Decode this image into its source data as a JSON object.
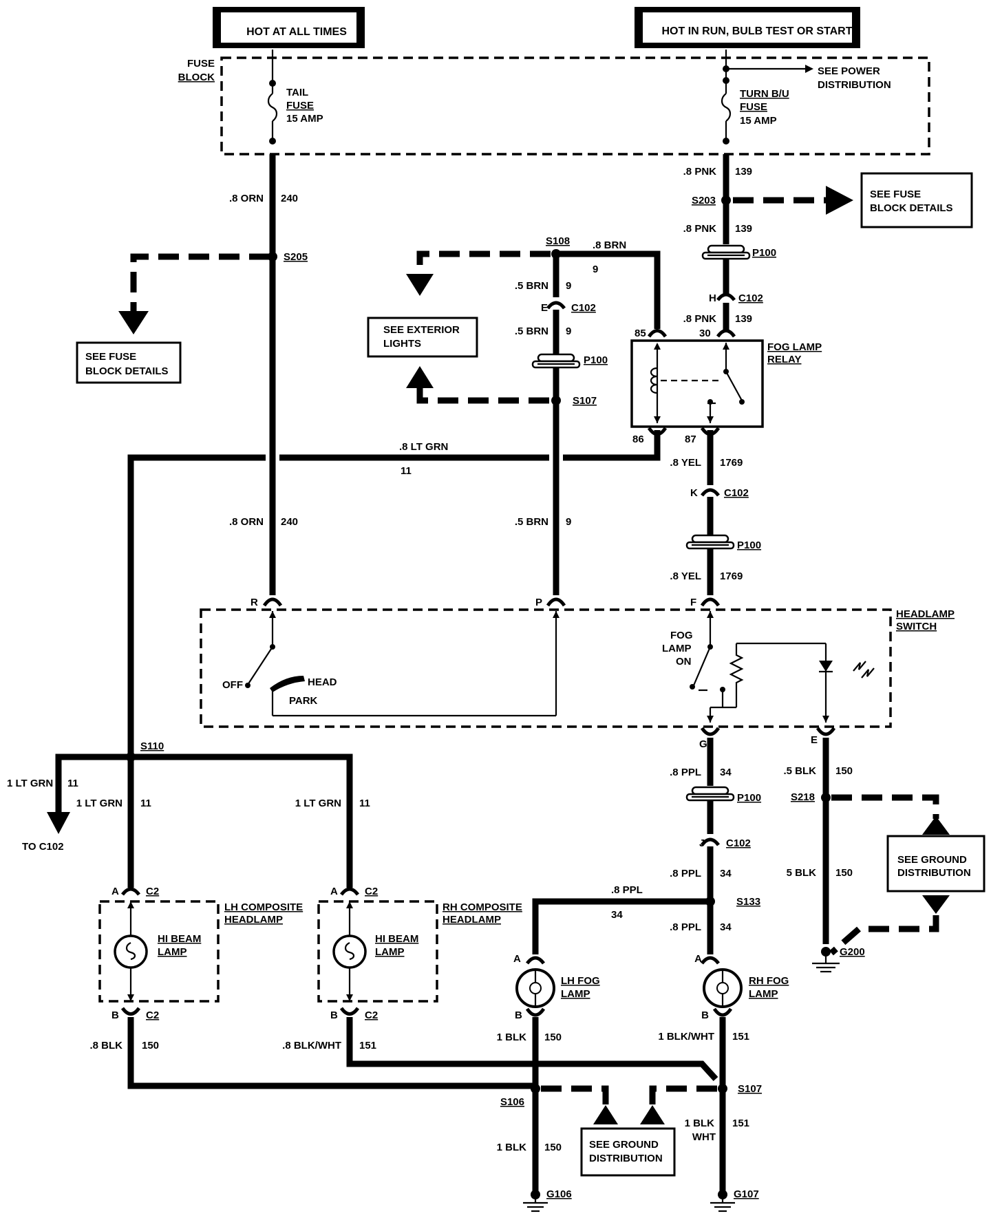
{
  "power": {
    "hot_at_all_times": "HOT AT ALL TIMES",
    "hot_in_run": "HOT IN RUN, BULB TEST OR START"
  },
  "fuse_block": {
    "label_line1": "FUSE",
    "label_line2": "BLOCK",
    "tail_fuse": [
      "TAIL",
      "FUSE",
      "15 AMP"
    ],
    "turn_fuse": [
      "TURN B/U",
      "FUSE",
      "15 AMP"
    ],
    "see_power_line1": "SEE POWER",
    "see_power_line2": "DISTRIBUTION"
  },
  "references": {
    "see_fuse_block_line1": "SEE FUSE",
    "see_fuse_block_line2": "BLOCK DETAILS",
    "see_exterior_line1": "SEE EXTERIOR",
    "see_exterior_line2": "LIGHTS",
    "see_ground_line1": "SEE GROUND",
    "see_ground_line2": "DISTRIBUTION",
    "to_c102": "TO C102"
  },
  "wires": {
    "w240_color": ".8 ORN",
    "w240_num": "240",
    "w139_color": ".8 PNK",
    "w139_num": "139",
    "w9_color_8": ".8 BRN",
    "w9_color_5": ".5 BRN",
    "w9_num": "9",
    "w11_color": ".8 LT GRN",
    "w11_color_1": "1 LT GRN",
    "w11_num": "11",
    "w1769_color": ".8 YEL",
    "w1769_num": "1769",
    "w34_color": ".8 PPL",
    "w34_num": "34",
    "w150_color_5": ".5 BLK",
    "w150_color_5b": "5 BLK",
    "w150_color_8": ".8 BLK",
    "w150_color_1": "1 BLK",
    "w150_num": "150",
    "w151_color_8": ".8 BLK/WHT",
    "w151_color_1": "1 BLK/WHT",
    "w151_color_1a": "1 BLK",
    "w151_color_1b": "WHT",
    "w151_num": "151"
  },
  "splices": {
    "s205": "S205",
    "s203": "S203",
    "s108": "S108",
    "s107_top": "S107",
    "s110": "S110",
    "s218": "S218",
    "s133": "S133",
    "s106": "S106",
    "s107_bottom": "S107"
  },
  "connectors": {
    "c102": "C102",
    "p100": "P100",
    "c2": "C2",
    "pin_e": "E",
    "pin_h": "H",
    "pin_k": "K",
    "pin_j": "J",
    "pin_85": "85",
    "pin_30": "30",
    "pin_86": "86",
    "pin_87": "87",
    "pin_r": "R",
    "pin_p": "P",
    "pin_f": "F",
    "pin_g": "G",
    "pin_e2": "E",
    "pin_a": "A",
    "pin_b": "B"
  },
  "relay": {
    "label_line1": "FOG LAMP",
    "label_line2": "RELAY"
  },
  "headlamp_switch": {
    "label_line1": "HEADLAMP",
    "label_line2": "SWITCH",
    "off": "OFF",
    "head": "HEAD",
    "park": "PARK",
    "fog_line1": "FOG",
    "fog_line2": "LAMP",
    "fog_line3": "ON"
  },
  "lamps": {
    "lh_composite_line1": "LH COMPOSITE",
    "lh_composite_line2": "HEADLAMP",
    "rh_composite_line1": "RH COMPOSITE",
    "rh_composite_line2": "HEADLAMP",
    "hi_beam_line1": "HI BEAM",
    "hi_beam_line2": "LAMP",
    "lh_fog_line1": "LH FOG",
    "lh_fog_line2": "LAMP",
    "rh_fog_line1": "RH FOG",
    "rh_fog_line2": "LAMP"
  },
  "grounds": {
    "g200": "G200",
    "g106": "G106",
    "g107": "G107"
  }
}
